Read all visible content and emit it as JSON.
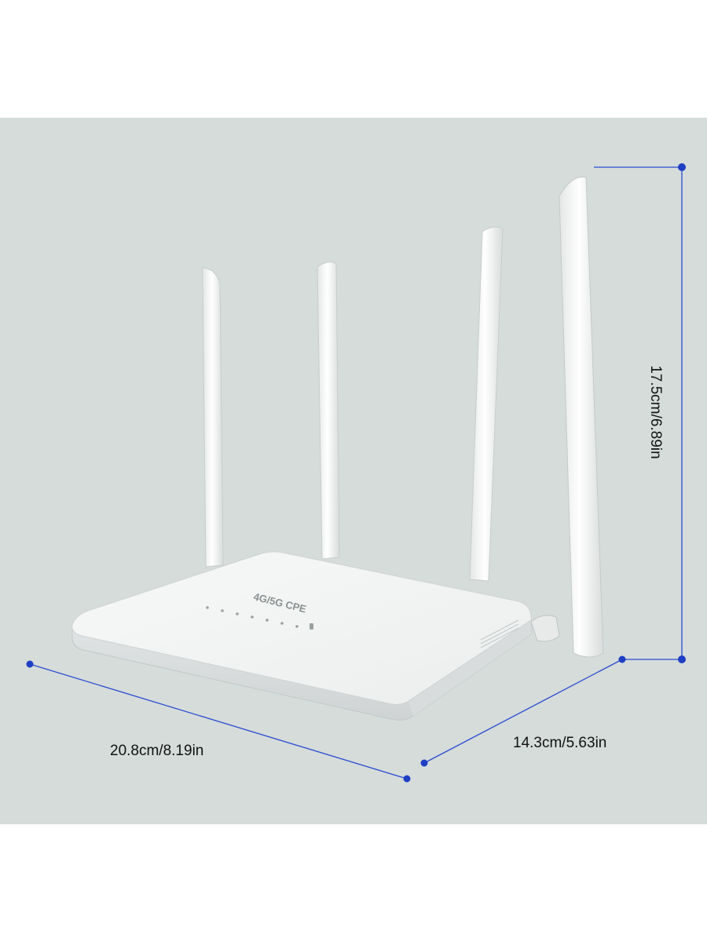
{
  "product": {
    "type": "router",
    "badge_text": "4G/5G CPE",
    "antenna_count": 4,
    "color": "#f2f3f3"
  },
  "dimensions": {
    "width_label": "20.8cm/8.19in",
    "depth_label": "14.3cm/5.63in",
    "height_label": "17.5cm/6.89in"
  },
  "colors": {
    "background_panel": "#d5dcda",
    "dimension_line": "#2a4bd0"
  }
}
